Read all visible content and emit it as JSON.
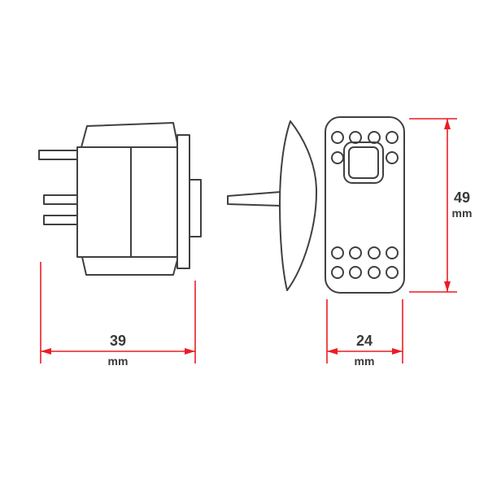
{
  "dimensions": {
    "side_width": {
      "value": "39",
      "unit": "mm"
    },
    "front_width": {
      "value": "24",
      "unit": "mm"
    },
    "front_height": {
      "value": "49",
      "unit": "mm"
    }
  },
  "colors": {
    "outline": "#404040",
    "dimension": "#ec1c24",
    "text": "#3a3a3a",
    "background": "#ffffff"
  }
}
